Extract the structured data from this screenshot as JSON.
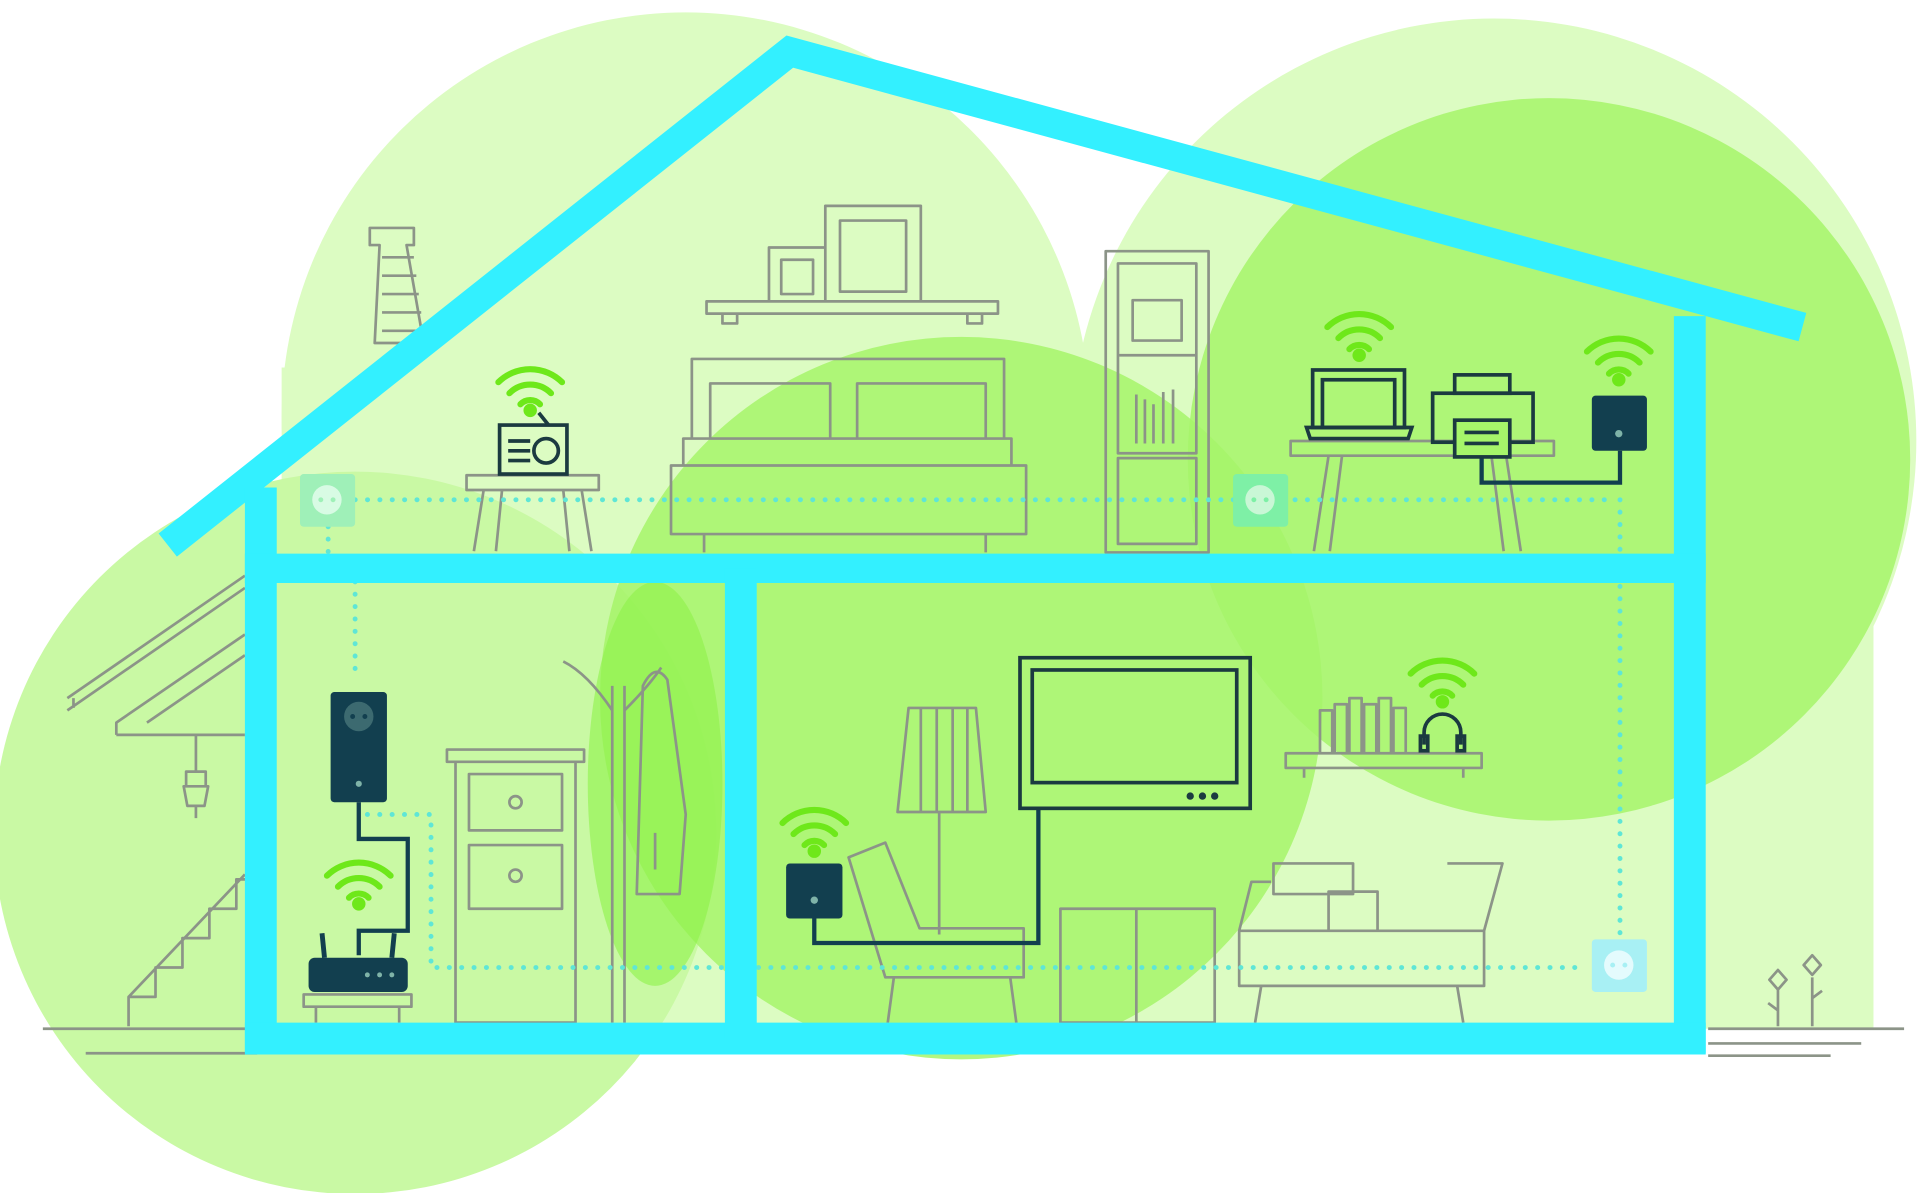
{
  "colors": {
    "house_frame": "#33f0ff",
    "coverage_light": "#dcfcc2",
    "coverage_mid": "#c9f9a4",
    "coverage_strong": "#a6f56a",
    "wifi_signal": "#6ee81a",
    "adapter": "#123f4f",
    "powerline_dots": "#5fe6d6",
    "furniture_stroke": "#8c9488"
  },
  "elements": {
    "wifi_icons": [
      "wifi-icon-radio",
      "wifi-icon-laptop",
      "wifi-icon-upper-adapter",
      "wifi-icon-router",
      "wifi-icon-living-adapter",
      "wifi-icon-headphones"
    ],
    "devices": [
      "radio-icon",
      "laptop-icon",
      "printer-icon",
      "powerline-adapter-icon",
      "router-icon",
      "television-icon",
      "headphones-icon"
    ],
    "sockets": [
      "socket-upper-left",
      "socket-upper-right",
      "socket-lower-right"
    ]
  }
}
